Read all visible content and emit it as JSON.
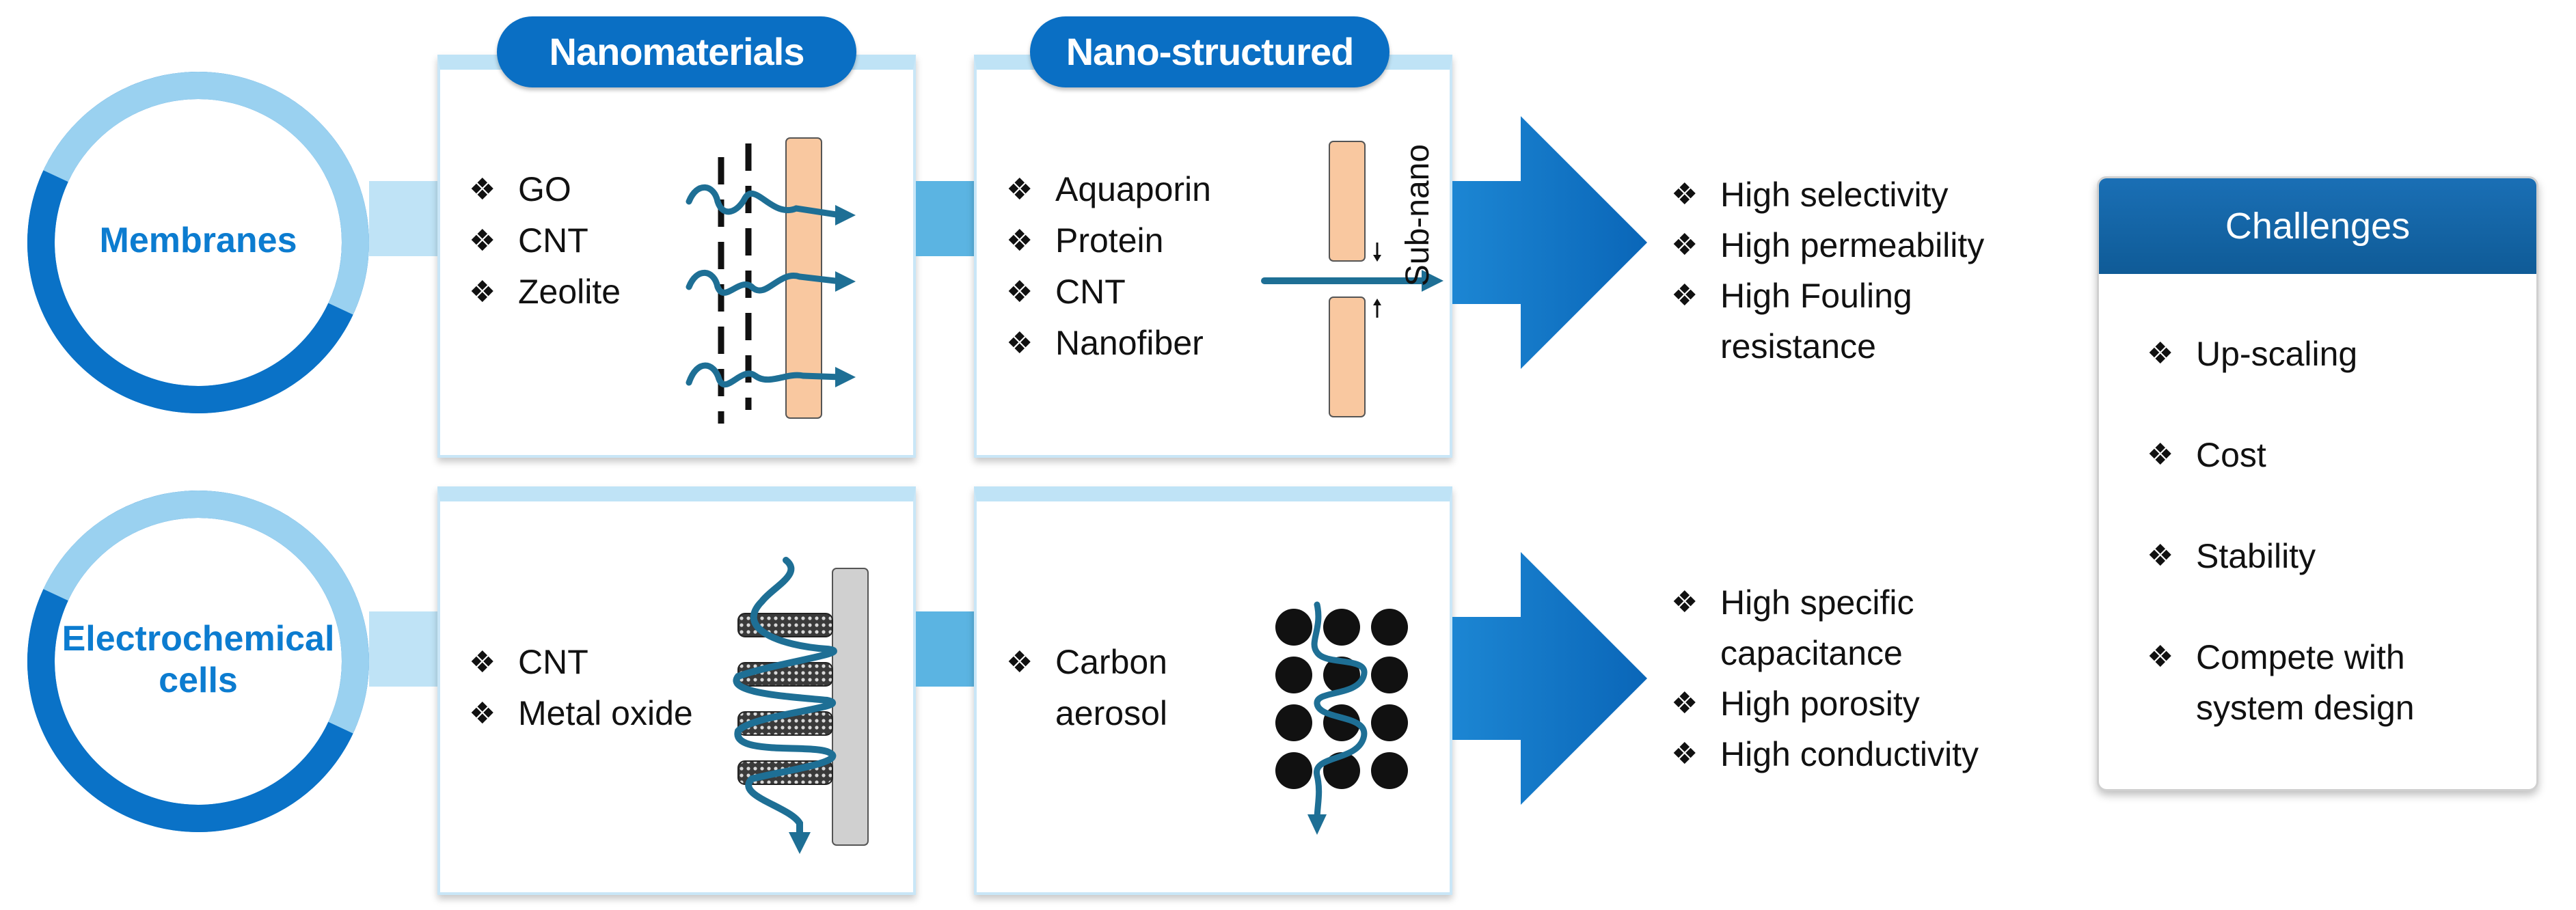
{
  "rings": {
    "membranes": "Membranes",
    "electrochemical_line1": "Electrochemical",
    "electrochemical_line2": "cells"
  },
  "headers": {
    "nanomaterials": "Nanomaterials",
    "nano_structured": "Nano-structured"
  },
  "bullet_mark": "❖",
  "membranes": {
    "nanomaterials": [
      "GO",
      "CNT",
      "Zeolite"
    ],
    "nano_structured": [
      "Aquaporin",
      "Protein",
      "CNT",
      "Nanofiber"
    ],
    "sub_nano_label": "Sub-nano",
    "outcomes": [
      "High selectivity",
      "High permeability",
      "High Fouling",
      "resistance"
    ]
  },
  "electrochemical": {
    "nanomaterials": [
      "CNT",
      "Metal oxide"
    ],
    "nano_structured": [
      "Carbon",
      "aerosol"
    ],
    "outcomes": [
      "High specific",
      "capacitance",
      "High porosity",
      "High conductivity"
    ]
  },
  "challenges": {
    "title": "Challenges",
    "items": [
      "Up-scaling",
      "Cost",
      "Stability",
      "Compete with",
      "system design"
    ]
  },
  "colors": {
    "primary": "#0a6fc4",
    "light_blue": "#bfe3f6",
    "connector": "#5bb4e2",
    "membrane_fill": "#f9c8a0",
    "flow": "#1e6f95"
  }
}
